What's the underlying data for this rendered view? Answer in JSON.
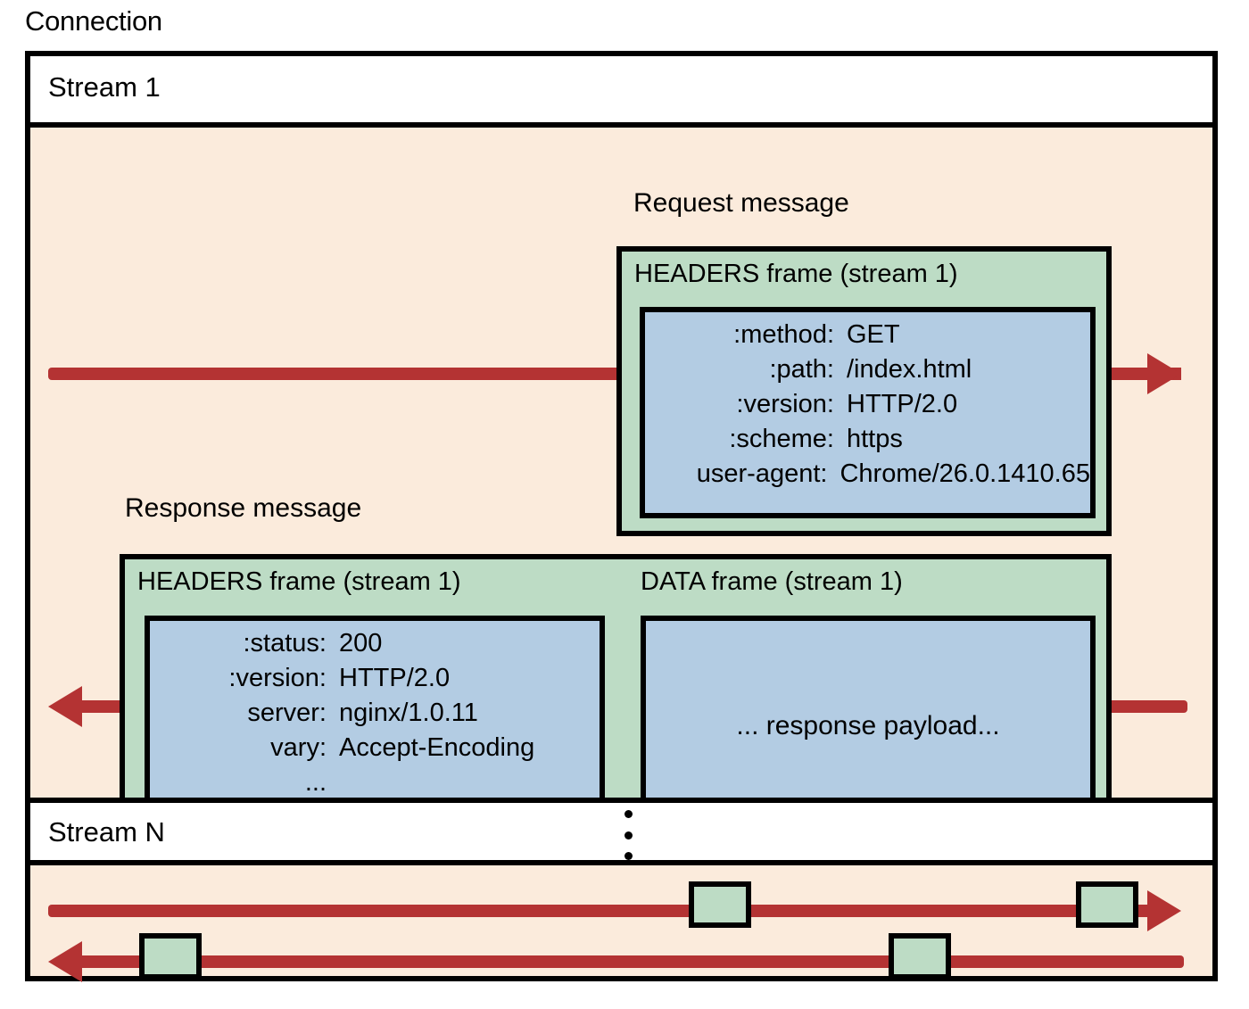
{
  "diagram": {
    "connection_label": "Connection",
    "streams": [
      {
        "id": "stream1",
        "label": "Stream 1"
      },
      {
        "id": "streamN",
        "label": "Stream N"
      }
    ],
    "continuation_dots": "⋮"
  },
  "request": {
    "message_label": "Request message",
    "frame_title": "HEADERS frame (stream 1)",
    "headers": [
      {
        "key": ":method:",
        "value": "GET"
      },
      {
        "key": ":path:",
        "value": "/index.html"
      },
      {
        "key": ":version:",
        "value": "HTTP/2.0"
      },
      {
        "key": ":scheme:",
        "value": "https"
      },
      {
        "key": "user-agent:",
        "value": "Chrome/26.0.1410.65"
      }
    ]
  },
  "response": {
    "message_label": "Response message",
    "headers_frame_title": "HEADERS frame (stream 1)",
    "data_frame_title": "DATA frame (stream 1)",
    "headers": [
      {
        "key": ":status:",
        "value": "200"
      },
      {
        "key": ":version:",
        "value": "HTTP/2.0"
      },
      {
        "key": "server:",
        "value": "nginx/1.0.11"
      },
      {
        "key": "vary:",
        "value": "Accept-Encoding"
      },
      {
        "key": "...",
        "value": ""
      }
    ],
    "payload_text": "... response payload..."
  },
  "colors": {
    "background": "#ffffff",
    "stream_body": "#fbebdc",
    "frame_green": "#bddcc5",
    "payload_blue": "#b3cce3",
    "arrow_red": "#b43333",
    "outline": "#000000"
  }
}
